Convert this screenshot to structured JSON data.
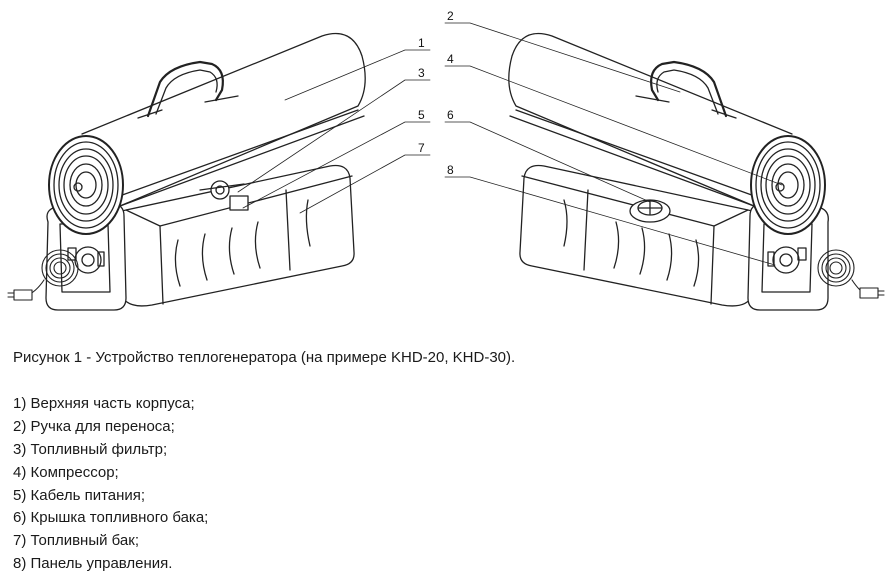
{
  "figure": {
    "callouts": [
      "1",
      "2",
      "3",
      "4",
      "5",
      "6",
      "7",
      "8"
    ]
  },
  "caption": "Рисунок 1 - Устройство теплогенератора (на примере KHD-20, KHD-30).",
  "legend": [
    "1) Верхняя часть корпуса;",
    "2) Ручка для переноса;",
    "3) Топливный фильтр;",
    "4) Компрессор;",
    "5) Кабель питания;",
    "6) Крышка топливного бака;",
    "7) Топливный бак;",
    "8) Панель управления."
  ]
}
